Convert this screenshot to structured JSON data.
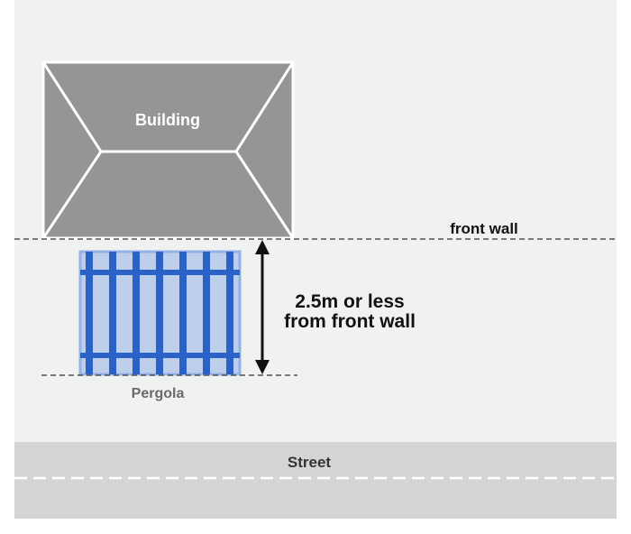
{
  "labels": {
    "building": "Building",
    "front_wall": "front wall",
    "distance_line1": "2.5m or less",
    "distance_line2": "from front wall",
    "pergola": "Pergola",
    "street": "Street"
  },
  "colors": {
    "background": "#f0f1f1",
    "building_fill": "#959596",
    "building_stroke": "#ffffff",
    "pergola_blue": "#2a62c7",
    "pergola_light": "#94b2e6",
    "street_fill": "#d5d5d6",
    "text_dark": "#111111",
    "text_grey": "#6a6a6a",
    "dashed_line": "#333333"
  }
}
